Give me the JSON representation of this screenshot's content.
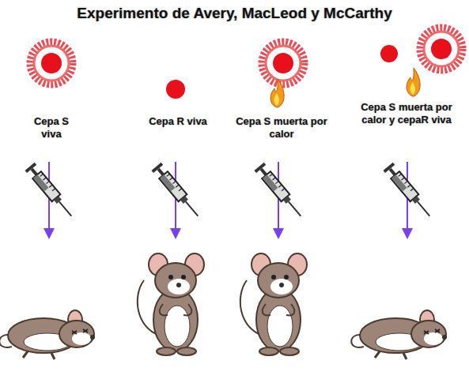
{
  "diagram": {
    "title": "Experimento de Avery, MacLeod y McCarthy",
    "labels": [
      "Cepa S viva",
      "Cepa R viva",
      "Cepa S muerta por calor",
      "Cepa S muerta por calor y cepaR viva"
    ]
  }
}
